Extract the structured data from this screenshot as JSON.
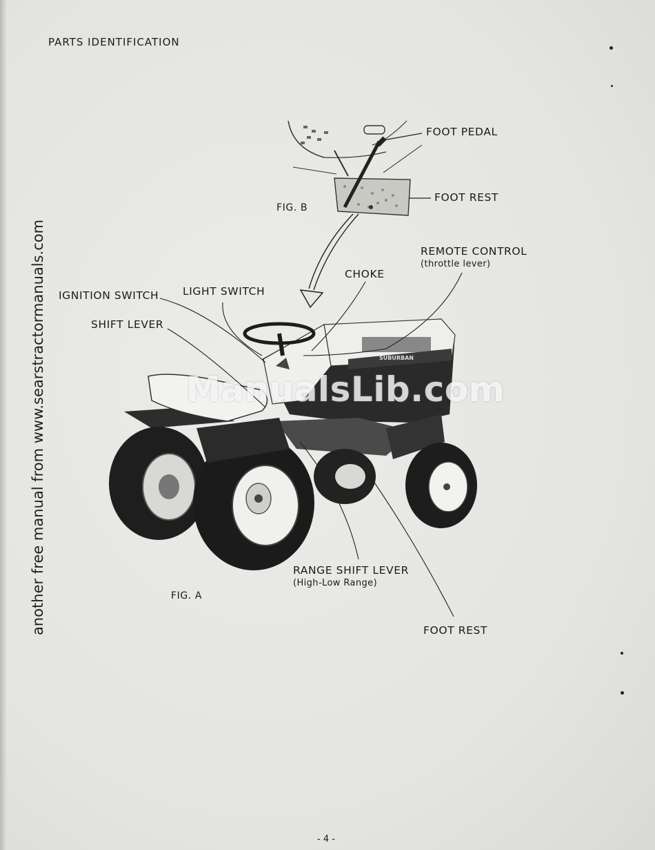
{
  "header": {
    "title": "PARTS IDENTIFICATION"
  },
  "sidebar": {
    "text": "another free manual from www.searstractormanuals.com"
  },
  "watermark": {
    "text": "ManualsLib.com"
  },
  "figures": {
    "fig_b": "FIG. B",
    "fig_a": "FIG. A"
  },
  "labels": {
    "foot_pedal": "FOOT PEDAL",
    "foot_rest_top": "FOOT REST",
    "remote_control": "REMOTE CONTROL",
    "remote_control_sub": "(throttle lever)",
    "choke": "CHOKE",
    "ignition_switch": "IGNITION SWITCH",
    "light_switch": "LIGHT SWITCH",
    "shift_lever": "SHIFT LEVER",
    "range_shift_lever": "RANGE SHIFT LEVER",
    "range_shift_sub": "(High-Low Range)",
    "foot_rest_bottom": "FOOT REST"
  },
  "tractor_badge": "SUBURBAN",
  "page_number": "- 4 -"
}
